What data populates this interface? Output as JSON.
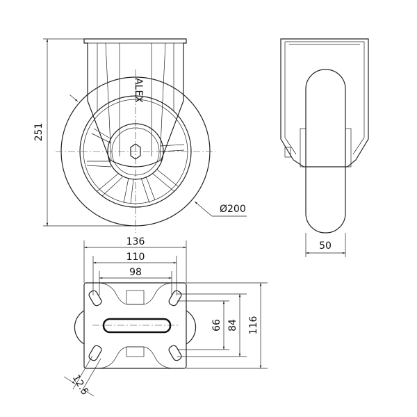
{
  "drawing": {
    "front_view": {
      "height_label": "251",
      "diameter_label": "Ø200"
    },
    "side_view": {
      "width_label": "50"
    },
    "top_view": {
      "plate_width_label": "136",
      "hole_spacing_outer_label": "110",
      "hole_spacing_inner_label": "98",
      "hole_spacing_66_label": "66",
      "hole_spacing_84_label": "84",
      "plate_length_label": "116",
      "slot_width_label": "12.5"
    }
  }
}
